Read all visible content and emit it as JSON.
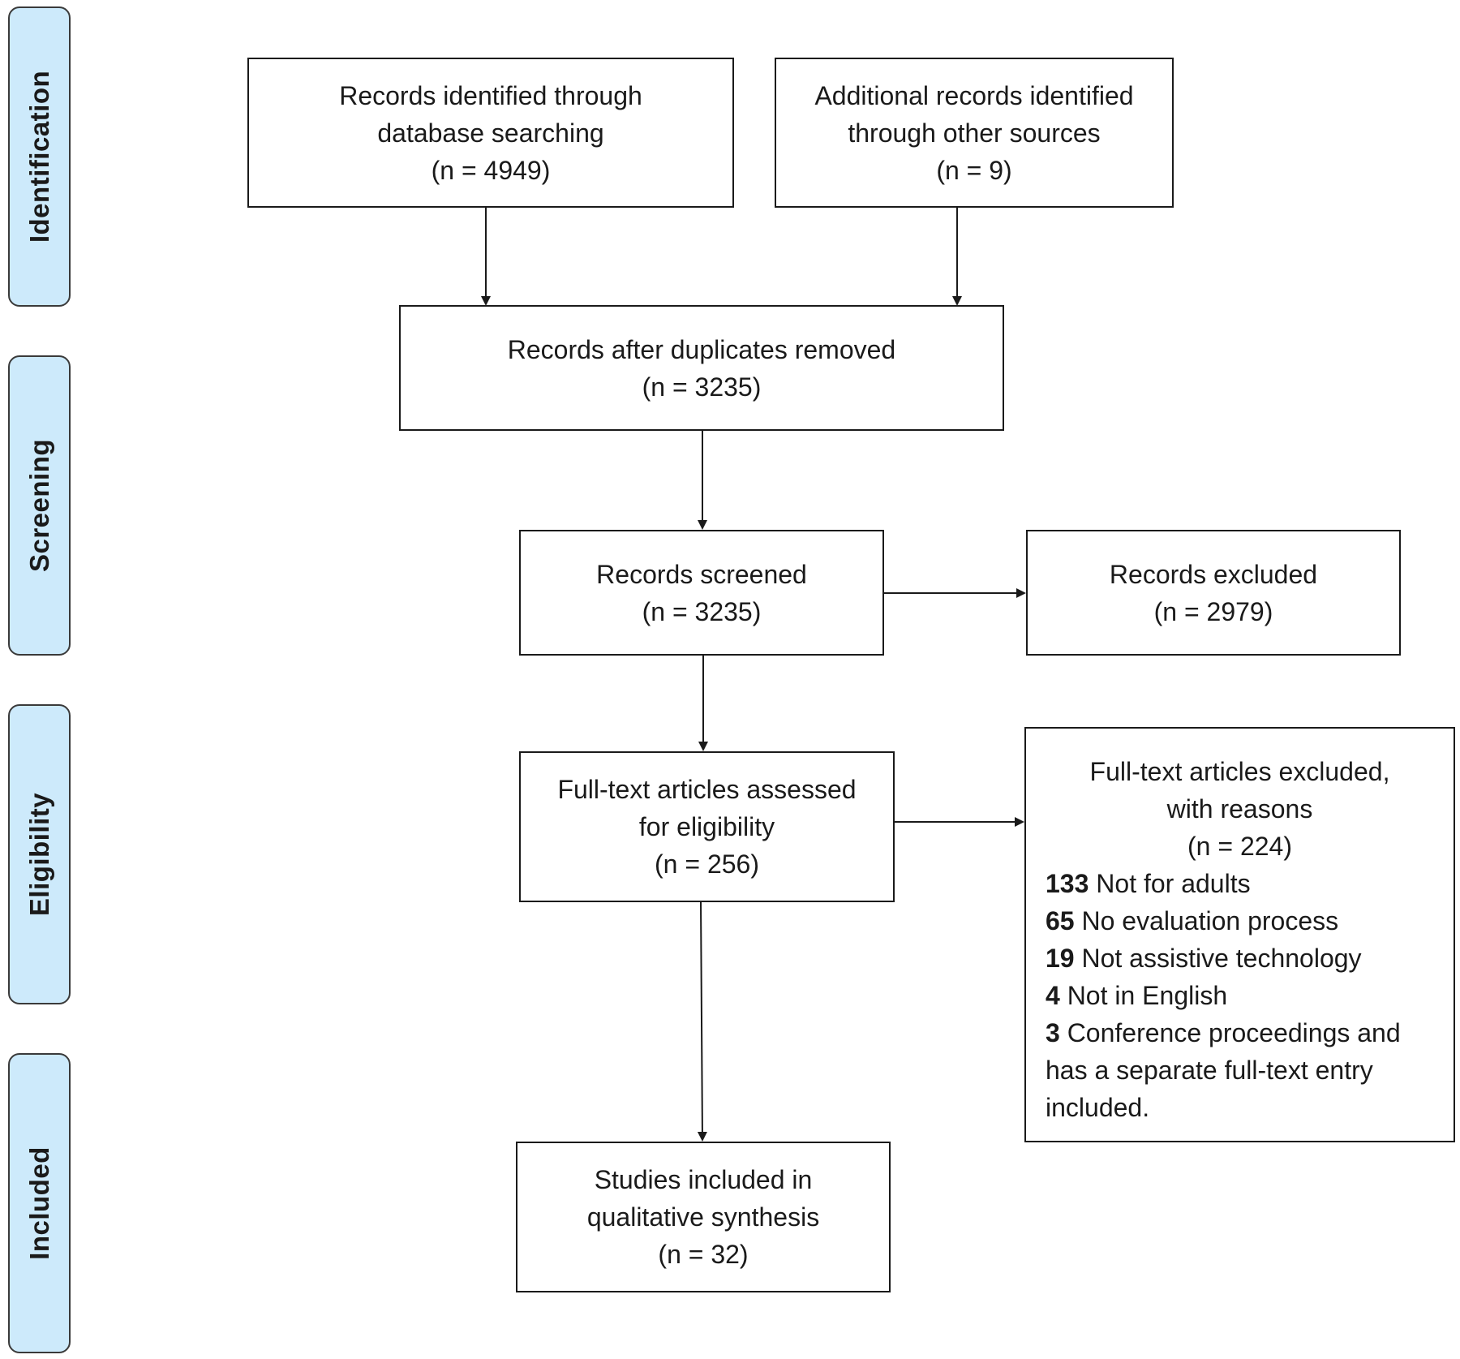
{
  "stages": [
    {
      "label": "Identification"
    },
    {
      "label": "Screening"
    },
    {
      "label": "Eligibility"
    },
    {
      "label": "Included"
    }
  ],
  "boxes": {
    "database": {
      "line1": "Records identified through",
      "line2": "database searching",
      "count": "(n = 4949)"
    },
    "other_sources": {
      "line1": "Additional records identified",
      "line2": "through other sources",
      "count": "(n = 9)"
    },
    "after_duplicates": {
      "line1": "Records after duplicates removed",
      "count": "(n = 3235)"
    },
    "screened": {
      "line1": "Records screened",
      "count": "(n = 3235)"
    },
    "excluded": {
      "line1": "Records excluded",
      "count": "(n = 2979)"
    },
    "fulltext_assessed": {
      "line1": "Full-text articles assessed",
      "line2": "for eligibility",
      "count": "(n = 256)"
    },
    "fulltext_excluded": {
      "line1": "Full-text articles excluded,",
      "line2": "with reasons",
      "count": "(n = 224)",
      "reasons": [
        {
          "n": "133",
          "text": " Not for adults"
        },
        {
          "n": "65",
          "text": " No evaluation process"
        },
        {
          "n": "19",
          "text": " Not assistive technology"
        },
        {
          "n": "4",
          "text": " Not in English"
        },
        {
          "n": "3",
          "text": " Conference proceedings and has a separate full-text entry included."
        }
      ]
    },
    "included": {
      "line1": "Studies included in",
      "line2": "qualitative synthesis",
      "count": "(n = 32)"
    }
  }
}
